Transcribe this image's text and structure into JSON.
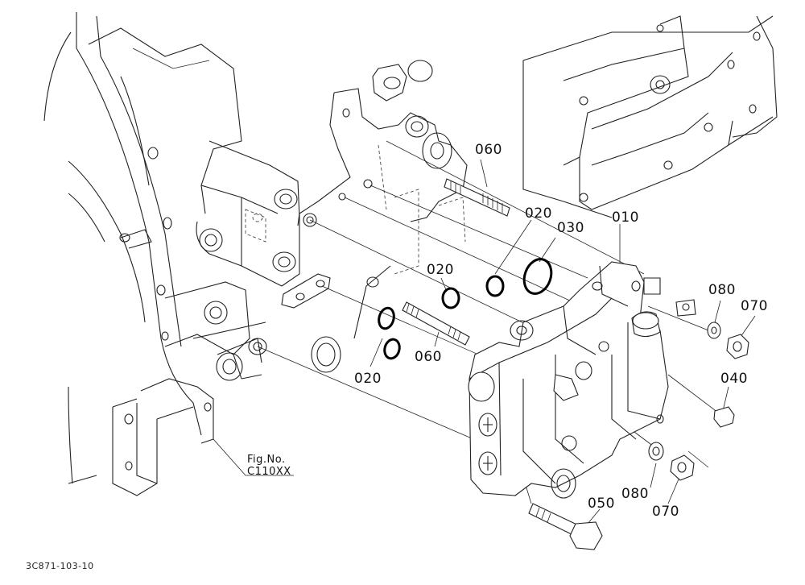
{
  "parts": {
    "p010": "010",
    "p020_a": "020",
    "p020_b": "020",
    "p020_c": "020",
    "p030": "030",
    "p040": "040",
    "p050": "050",
    "p060_a": "060",
    "p060_b": "060",
    "p070_a": "070",
    "p070_b": "070",
    "p080_a": "080",
    "p080_b": "080"
  },
  "fig_ref": {
    "line1": "Fig.No.",
    "line2": "C110XX"
  },
  "drawing_code": "3C871-103-10"
}
